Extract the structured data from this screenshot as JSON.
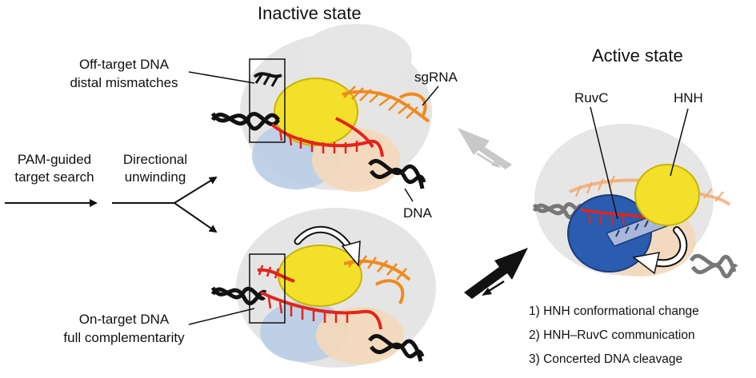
{
  "titles": {
    "inactive": "Inactive state",
    "active": "Active state"
  },
  "pathway": {
    "step1_line1": "PAM-guided",
    "step1_line2": "target search",
    "step2_line1": "Directional",
    "step2_line2": "unwinding"
  },
  "labels": {
    "offtarget_line1": "Off-target DNA",
    "offtarget_line2": "distal mismatches",
    "sgrna": "sgRNA",
    "dna": "DNA",
    "ontarget_line1": "On-target DNA",
    "ontarget_line2": "full complementarity",
    "ruvc": "RuvC",
    "hnh": "HNH"
  },
  "steps": [
    "1) HNH conformational change",
    "2) HNH–RuvC communication",
    "3) Concerted DNA cleavage"
  ],
  "colors": {
    "protein_gray": "#d9d9d9",
    "hnh_yellow": "#f2e02a",
    "rna_orange": "#f08a1e",
    "dna_red": "#e3241b",
    "dna_black": "#111111",
    "ruvc_blue": "#2a5cb0",
    "arrow_gray": "#c8c8c8"
  }
}
